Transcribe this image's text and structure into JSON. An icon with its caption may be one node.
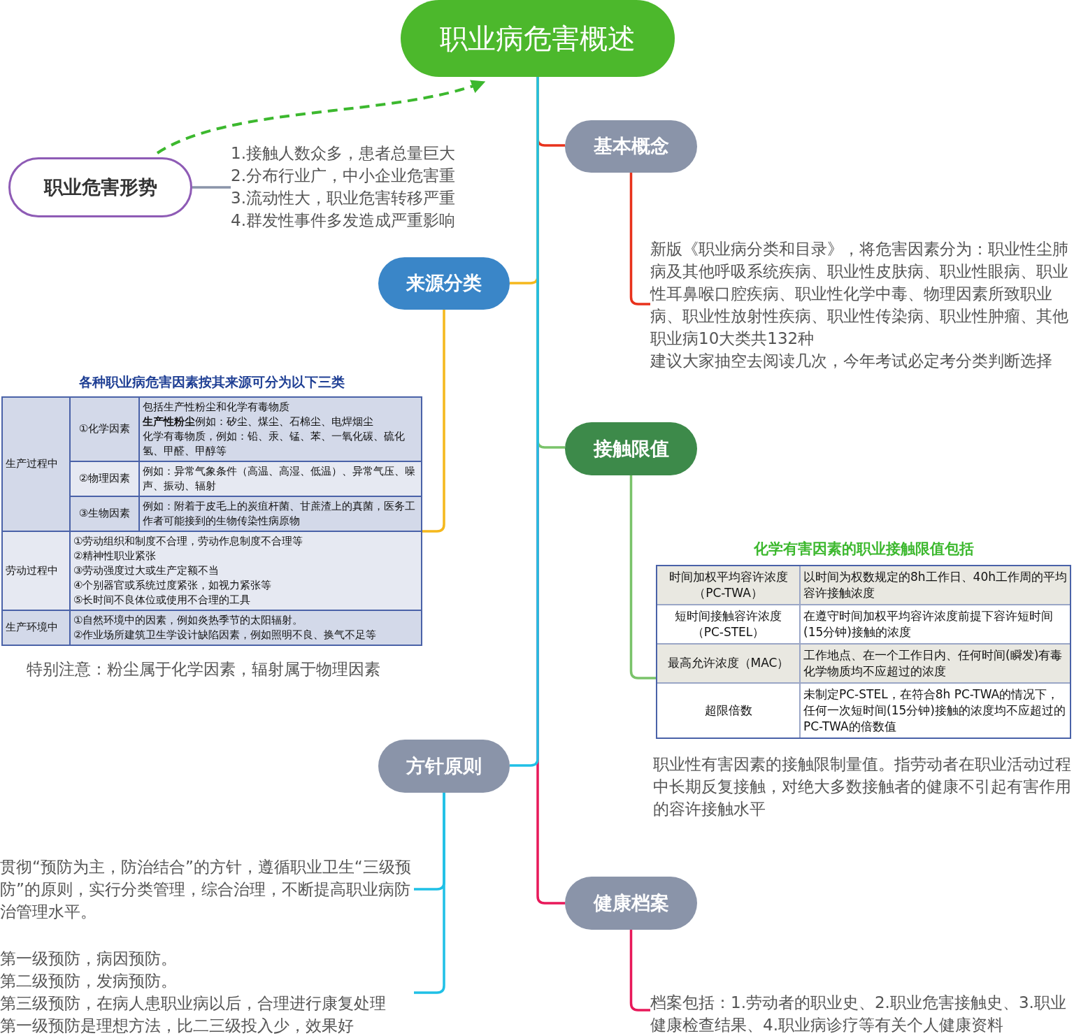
{
  "diagram": {
    "nodes": [
      {
        "text": [
          "职业病危害概述"
        ]
      },
      {
        "text": [
          "职业危害形势"
        ]
      },
      {
        "text": [
          "1.接触人数众多，患者总量巨大",
          "2.分布行业广，中小企业危害重",
          "3.流动性大，职业危害转移严重",
          "4.群发性事件多发造成严重影响"
        ]
      },
      {
        "text": [
          "基本概念"
        ]
      },
      {
        "text": [
          "新版《职业病分类和目录》，将危害因素分为：职业性尘肺病及其他呼吸系统疾病、职业性皮肤病、职业性眼病、职业性耳鼻喉口腔疾病、职业性化学中毒、物理因素所致职业病、职业性放射性疾病、职业性传染病、职业性肿瘤、其他职业病10大类共132种",
          "建议大家抽空去阅读几次，今年考试必定考分类判断选择"
        ]
      },
      {
        "text": [
          "来源分类"
        ]
      },
      {
        "text": [
          "各种职业病危害因素按其来源可分为以下三类"
        ],
        "beside": [
          "特别注意：粉尘属于化学因素，辐射属于物理因素"
        ]
      },
      {
        "text": [
          "接触限值"
        ]
      },
      {
        "text": [
          "化学有害因素的职业接触限值包括"
        ],
        "beside": [
          "职业性有害因素的接触限制量值。指劳动者在职业活动过程中长期反复接触，对绝大多数接触者的健康不引起有害作用的容许接触水平"
        ]
      },
      {
        "text": [
          "方针原则"
        ]
      },
      {
        "text": [
          "贯彻“预防为主，防治结合”的方针，遵循职业卫生“三级预防”的原则，实行分类管理，综合治理，不断提高职业病防治管理水平。"
        ]
      },
      {
        "text": [
          "第一级预防，病因预防。",
          "第二级预防，发病预防。",
          "第三级预防，在病人患职业病以后，合理进行康复处理",
          "第一级预防是理想方法，比二三级投入少，效果好"
        ]
      },
      {
        "text": [
          "健康档案"
        ]
      },
      {
        "text": [
          "档案包括：1.劳动者的职业史、2.职业危害接触史、3.职业健康检查结果、4.职业病诊疗等有关个人健康资料"
        ]
      }
    ],
    "edges": [
      {
        "from": 1,
        "to": 0,
        "arrow": "to",
        "style": "dashed",
        "color": "#3cb82e"
      },
      {
        "from": 1,
        "to": 2,
        "arrow": "none",
        "color": "#8a94a9"
      },
      {
        "from": 0,
        "to": 3,
        "arrow": "none",
        "color": "#e8321c"
      },
      {
        "from": 3,
        "to": 4,
        "arrow": "none",
        "color": "#e8321c"
      },
      {
        "from": 0,
        "to": 5,
        "arrow": "none",
        "color": "#f5b81c"
      },
      {
        "from": 5,
        "to": 6,
        "arrow": "none",
        "color": "#f5b81c"
      },
      {
        "from": 0,
        "to": 7,
        "arrow": "none",
        "color": "#7ac36a"
      },
      {
        "from": 7,
        "to": 8,
        "arrow": "none",
        "color": "#7ac36a"
      },
      {
        "from": 0,
        "to": 9,
        "arrow": "none",
        "color": "#1fc0e6"
      },
      {
        "from": 9,
        "to": 10,
        "arrow": "none",
        "color": "#1fc0e6"
      },
      {
        "from": 9,
        "to": 11,
        "arrow": "none",
        "color": "#1fc0e6"
      },
      {
        "from": 0,
        "to": 12,
        "arrow": "none",
        "color": "#e8195a"
      },
      {
        "from": 12,
        "to": 13,
        "arrow": "none",
        "color": "#e8195a"
      }
    ],
    "labels": [
      "生产过程中",
      "①化学因素",
      "包括生产性粉尘和化学有毒物质",
      "**生产性粉尘**例如：矽尘、煤尘、石棉尘、电焊烟尘",
      "化学有毒物质，例如：铅、汞、锰、苯、一氧化碳、硫化氢、甲醛、甲醇等",
      "②物理因素",
      "例如：异常气象条件（高温、高湿、低温）、异常气压、噪声、振动、辐射",
      "③生物因素",
      "例如：附着于皮毛上的炭疽杆菌、甘蔗渣上的真菌，医务工作者可能接到的生物传染性病原物",
      "劳动过程中",
      "①劳动组织和制度不合理，劳动作息制度不合理等",
      "②精神性职业紧张",
      "③劳动强度过大或生产定额不当",
      "④个别器官或系统过度紧张，如视力紧张等",
      "⑤长时间不良体位或使用不合理的工具",
      "生产环境中",
      "①自然环境中的因素，例如炎热季节的太阳辐射。",
      "②作业场所建筑卫生学设计缺陷因素，例如照明不良、换气不足等",
      "时间加权平均容许浓度（PC-TWA）",
      "以时间为权数规定的8h工作日、40h工作周的平均容许接触浓度",
      "短时间接触容许浓度（PC-STEL）",
      "在遵守时间加权平均容许浓度前提下容许短时间(15分钟)接触的浓度",
      "最高允许浓度（MAC）",
      "工作地点、在一个工作日内、任何时间(瞬发)有毒化学物质均不应超过的浓度",
      "超限倍数",
      "未制定PC-STEL，在符合8h PC-TWA的情况下，任何一次短时间(15分钟)接触的浓度均不应超过的PC-TWA的倍数值"
    ]
  }
}
